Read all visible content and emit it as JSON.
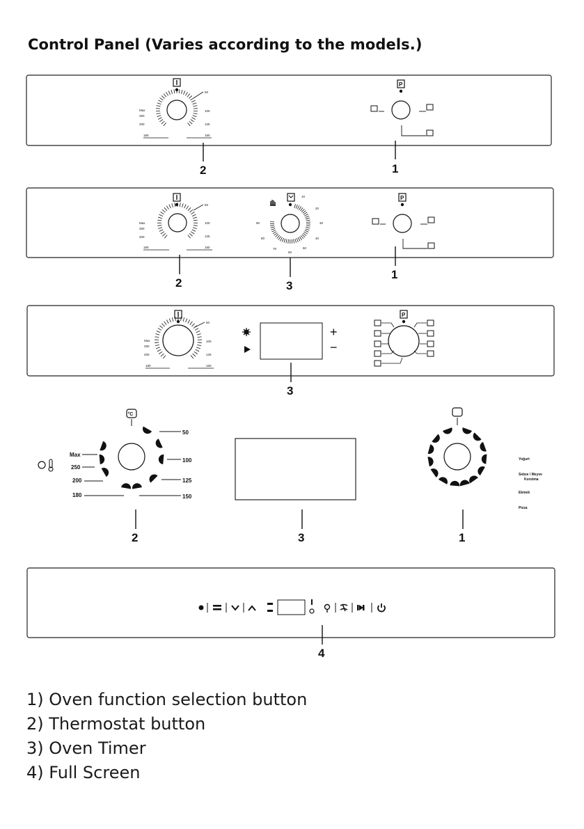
{
  "title": "Control Panel (Varies according to the models.)",
  "callout_numbers": {
    "function_selector": "1",
    "thermostat": "2",
    "timer": "3",
    "full_screen": "4"
  },
  "thermostat_scale_small": {
    "left": [
      "Max",
      "250",
      "200",
      "180"
    ],
    "right": [
      "50",
      "100",
      "125",
      "150"
    ]
  },
  "timer_scale": [
    "10",
    "20",
    "30",
    "40",
    "50",
    "60",
    "70",
    "80",
    "90"
  ],
  "thermostat_scale_large": {
    "left": [
      "Max",
      "250",
      "200",
      "180"
    ],
    "right": [
      "50",
      "100",
      "125",
      "150"
    ],
    "unit": "°C"
  },
  "function_labels_large": [
    "Yoğurt",
    "Sebze / Meyve",
    "Kurutma",
    "Ekmek",
    "Pizza"
  ],
  "timer_controls": {
    "plus": "+",
    "minus": "−"
  },
  "legend": [
    "1) Oven function selection button",
    "2) Thermostat button",
    "3) Oven Timer",
    "4) Full Screen"
  ]
}
